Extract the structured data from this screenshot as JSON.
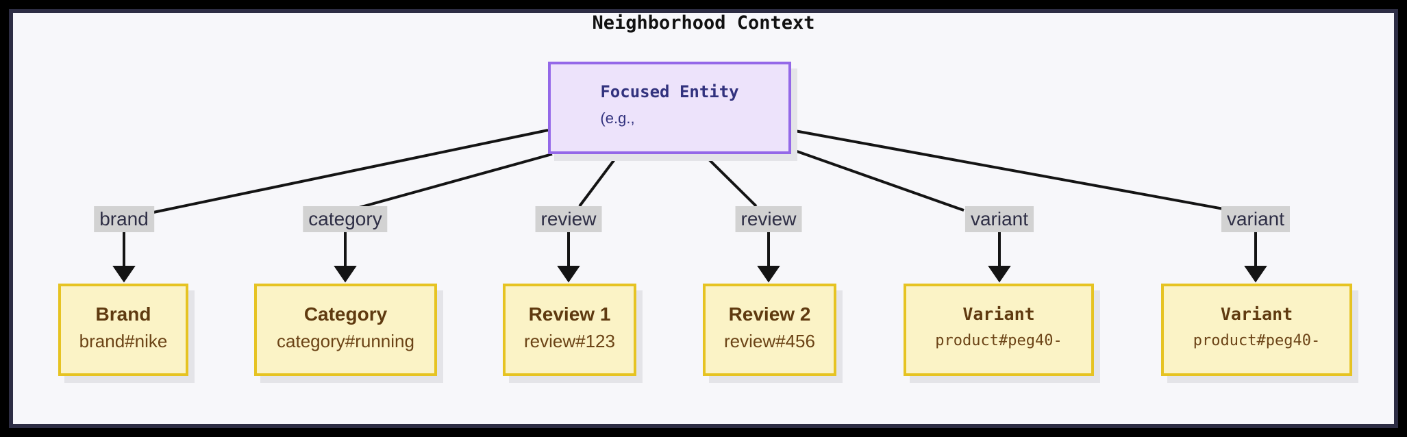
{
  "diagram": {
    "title": "Neighborhood Context",
    "focused_node": {
      "title": "Focused Entity",
      "subtitle": "(e.g.,"
    },
    "edges": [
      {
        "label": "brand"
      },
      {
        "label": "category"
      },
      {
        "label": "review"
      },
      {
        "label": "review"
      },
      {
        "label": "variant"
      },
      {
        "label": "variant"
      }
    ],
    "nodes": [
      {
        "title": "Brand",
        "id": "brand#nike"
      },
      {
        "title": "Category",
        "id": "category#running"
      },
      {
        "title": "Review 1",
        "id": "review#123"
      },
      {
        "title": "Review 2",
        "id": "review#456"
      },
      {
        "title": "Variant",
        "id": "product#peg40-"
      },
      {
        "title": "Variant",
        "id": "product#peg40-"
      }
    ],
    "colors": {
      "outer_background": "#000000",
      "frame_border": "#2d2d44",
      "inner_background": "#f7f7fa",
      "focused_fill": "#ede3fb",
      "focused_border": "#9468e8",
      "focused_text": "#32327e",
      "node_fill": "#fbf3c6",
      "node_border": "#e6c322",
      "node_title_text": "#5f3a10",
      "node_id_text": "#6b4316",
      "edge_label_background": "#d2d2d2",
      "edge_label_text": "#2e2e45",
      "edge_line": "#141414"
    }
  }
}
